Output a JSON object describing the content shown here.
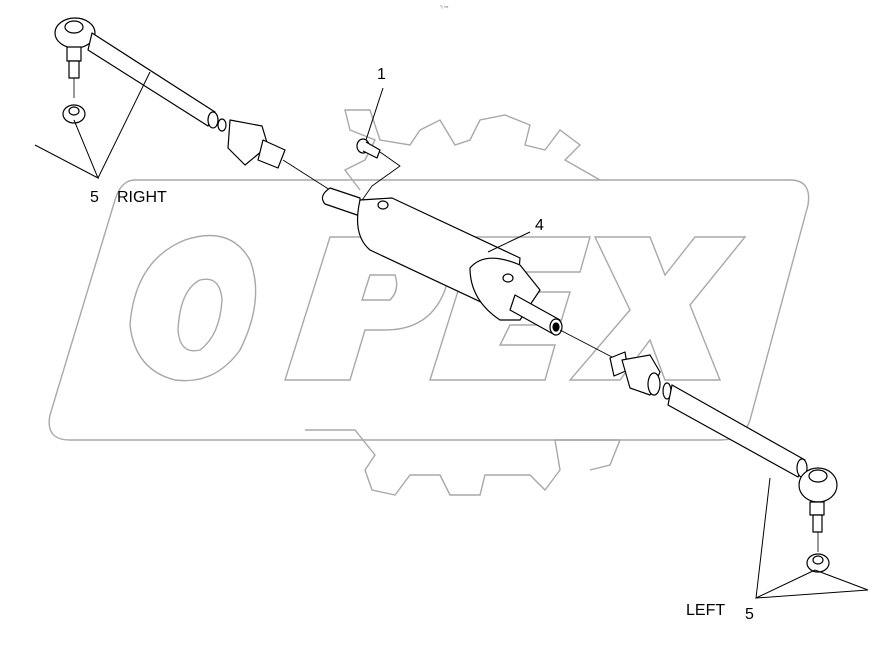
{
  "diagram": {
    "type": "exploded parts diagram",
    "subject": "steering cylinder with tie rods",
    "header_mark": "⁰ₒ ▪▪▪",
    "watermark": {
      "text": "OPEX",
      "color": "#a8a8a8"
    },
    "callouts": [
      {
        "id": "callout-1",
        "number": "1",
        "part": "bolt"
      },
      {
        "id": "callout-4",
        "number": "4",
        "part": "hydraulic cylinder"
      },
      {
        "id": "callout-5-right",
        "number": "5",
        "side_label": "RIGHT",
        "part": "tie rod assembly (right)"
      },
      {
        "id": "callout-5-left",
        "number": "5",
        "side_label": "LEFT",
        "part": "tie rod assembly (left)"
      }
    ],
    "colors": {
      "line": "#000000",
      "watermark": "#a8a8a8",
      "background": "#ffffff"
    }
  }
}
